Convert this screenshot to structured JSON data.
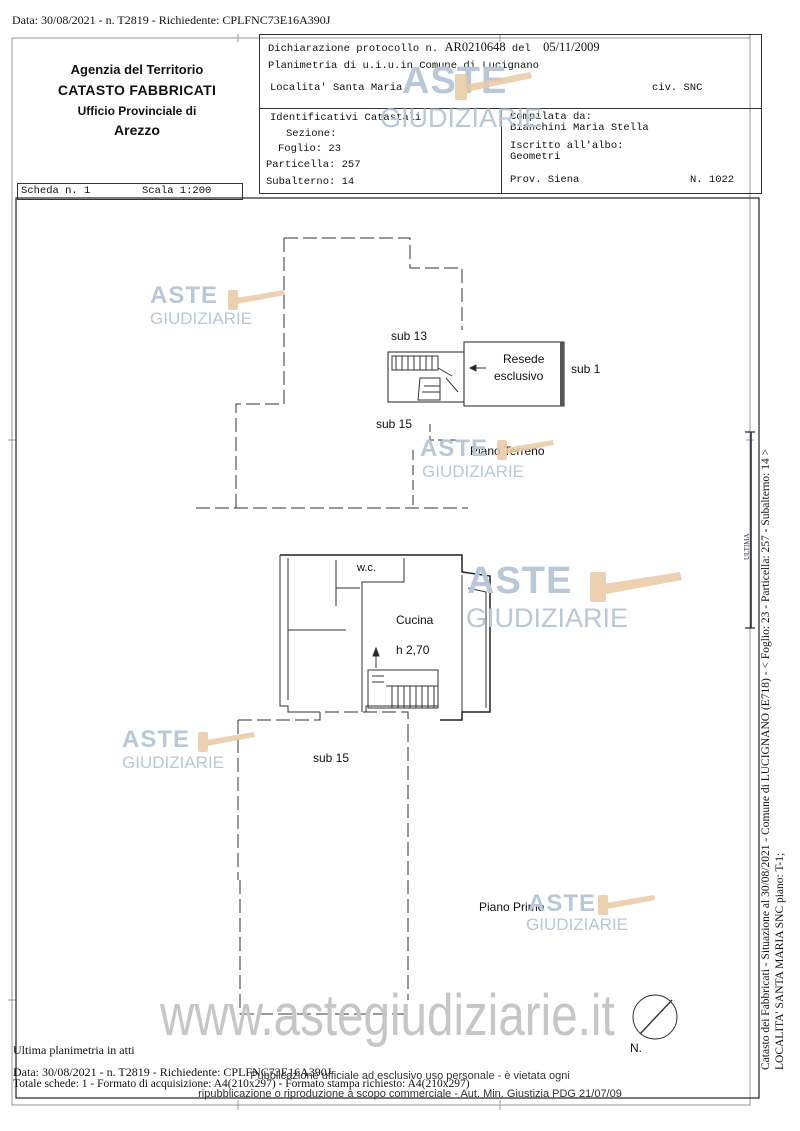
{
  "header": {
    "top_line": "Data: 30/08/2021 - n. T2819 - Richiedente: CPLFNC73E16A390J",
    "agency_line1": "Agenzia del Territorio",
    "agency_line2": "CATASTO FABBRICATI",
    "agency_line3": "Ufficio Provinciale di",
    "agency_line4": "Arezzo",
    "dichiarazione_label": "Dichiarazione protocollo n.",
    "protocollo": "AR0210648",
    "del_label": "del",
    "date": "05/11/2009",
    "planimetria": "Planimetria di u.i.u.in Comune di Lucignano",
    "localita": "Localita' Santa Maria",
    "civ": "civ. SNC",
    "identificativi": "Identificativi Catastali:",
    "sezione": "Sezione:",
    "foglio": "Foglio: 23",
    "particella": "Particella: 257",
    "subalterno": "Subalterno: 14",
    "compilata": "Compilata da:",
    "compilatore": "Bianchini Maria Stella",
    "iscritto": "Iscritto all'albo:",
    "albo": "Geometri",
    "prov": "Prov. Siena",
    "numero": "N.  1022",
    "scheda": "Scheda n. 1",
    "scala": "Scala 1:200"
  },
  "plan": {
    "sub13": "sub 13",
    "resede": "Resede",
    "esclusivo": "esclusivo",
    "sub1": "sub 1",
    "sub15_top": "sub 15",
    "piano_terreno": "Piano Terreno",
    "wc": "w.c.",
    "cucina": "Cucina",
    "altezza": "h 2,70",
    "sub15_bottom": "sub 15",
    "piano_primo": "Piano Primo",
    "north": "N."
  },
  "watermark": {
    "aste": "ASTE",
    "giudiziarie": "GIUDIZIARIE",
    "website": "www.astegiudiziarie.it"
  },
  "side": {
    "line1": "Catasto dei Fabbricati - Situazione al 30/08/2021 - Comune di LUCIGNANO (E718) - < Foglio: 23 - Particella: 257 - Subalterno: 14 >",
    "line2": "LOCALITA' SANTA MARIA SNC piano: T-1;",
    "small": "ULTIMA"
  },
  "footer": {
    "ultima": "Ultima planimetria in atti",
    "data_line": "Data: 30/08/2021 - n. T2819 - Richiedente: CPLFNC73E16A390J",
    "totale": "Totale schede: 1 - Formato di acquisizione: A4(210x297) - Formato stampa richiesto: A4(210x297)",
    "pub1": "Pubblicazione ufficiale ad esclusivo uso personale - è vietata ogni",
    "pub2": "ripubblicazione o riproduzione a scopo commerciale - Aut. Min. Giustizia PDG 21/07/09"
  }
}
